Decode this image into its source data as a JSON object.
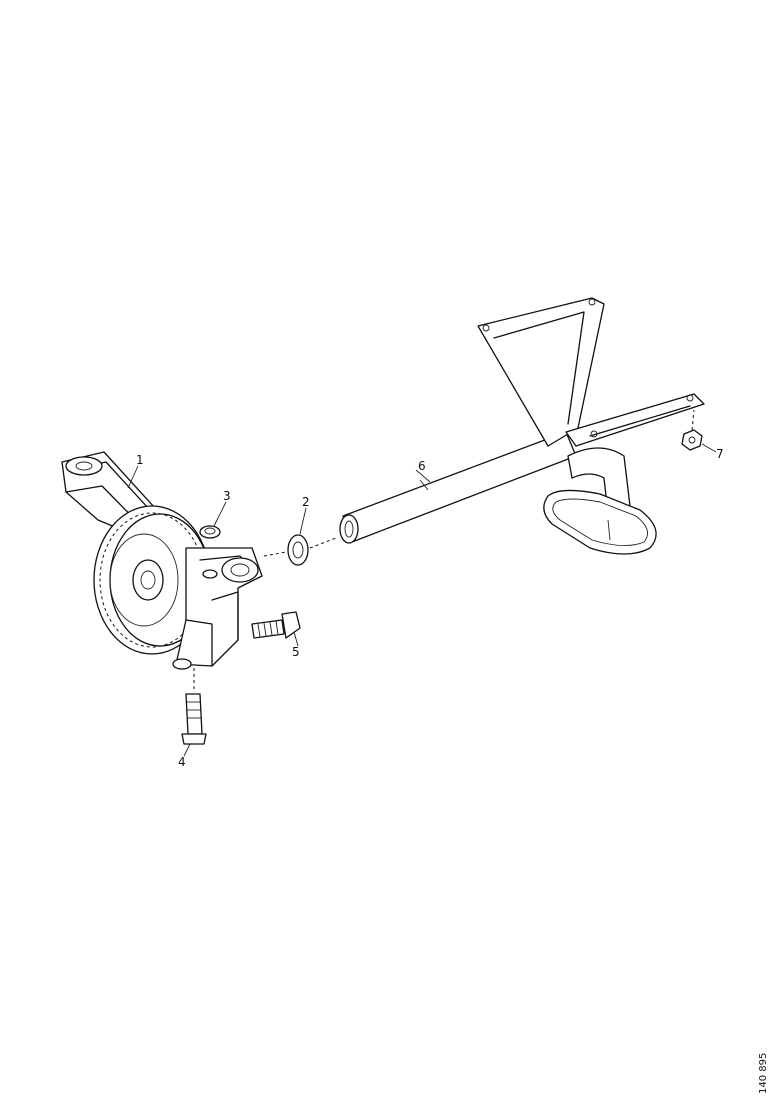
{
  "diagram": {
    "callouts": {
      "part_1": "1",
      "part_2": "2",
      "part_3": "3",
      "part_4": "4",
      "part_5": "5",
      "part_6": "6",
      "part_7": "7"
    },
    "drawing_number": "140 895"
  }
}
